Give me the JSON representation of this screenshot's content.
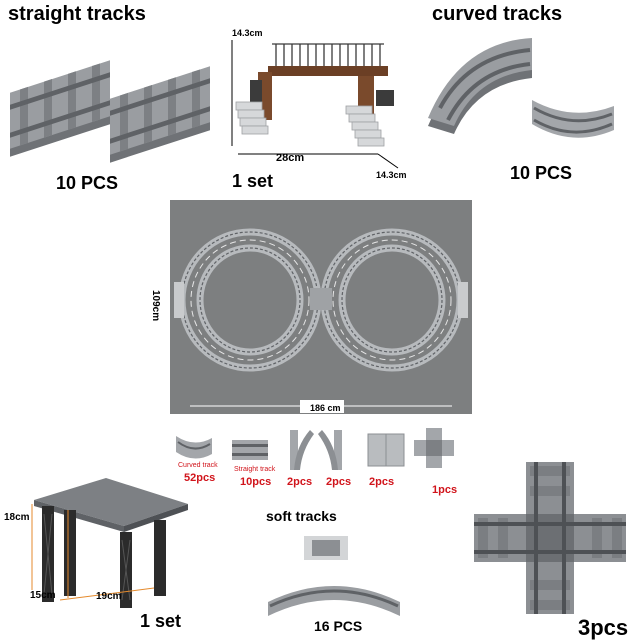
{
  "header": {
    "straight_title": "straight tracks",
    "curved_title": "curved tracks"
  },
  "quantities": {
    "straight": "10 PCS",
    "bridge": "1 set",
    "curved": "10 PCS",
    "station": "1 set",
    "soft": "16 PCS",
    "crossing": "3pcs"
  },
  "bridge_dims": {
    "height": "14.3cm",
    "width": "28cm",
    "depth": "14.3cm"
  },
  "layout_dims": {
    "height": "109cm",
    "width": "186 cm"
  },
  "parts": [
    {
      "label": "Curved track",
      "count": "52pcs"
    },
    {
      "label": "Straight track",
      "count": "10pcs"
    },
    {
      "label": "",
      "count": "2pcs"
    },
    {
      "label": "",
      "count": "2pcs"
    },
    {
      "label": "",
      "count": "2pcs"
    },
    {
      "label": "",
      "count": "1pcs"
    }
  ],
  "station_dims": {
    "height": "18cm",
    "depth": "15cm",
    "width": "19cm"
  },
  "soft_title": "soft tracks",
  "colors": {
    "track_grey": "#8c8f93",
    "track_dark": "#5f6266",
    "mat_grey": "#7d7f80",
    "bridge_brown": "#7a4a2c",
    "accent_red": "#d1141b"
  }
}
